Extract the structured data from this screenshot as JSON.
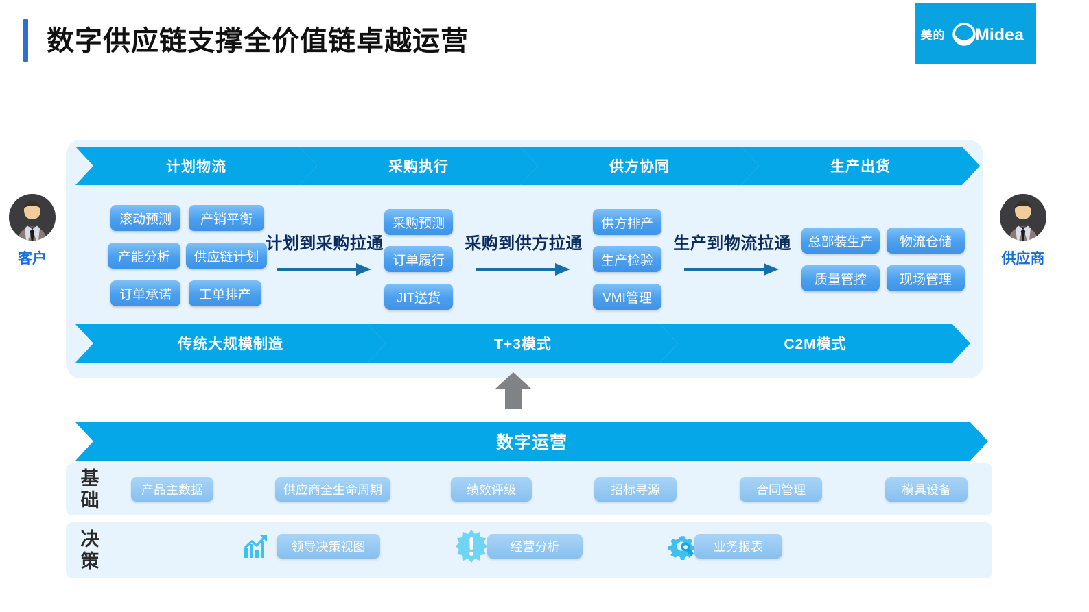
{
  "header": {
    "title": "数字供应链支撑全价值链卓越运营",
    "brand": {
      "cn": "美的",
      "en": "Midea",
      "bg": "#0aa3e2"
    }
  },
  "actors": {
    "left": {
      "label": "客户",
      "icon": "businessman-avatar"
    },
    "right": {
      "label": "供应商",
      "icon": "businessman-avatar"
    }
  },
  "top_ribbon": {
    "segments": [
      {
        "label": "计划物流"
      },
      {
        "label": "采购执行"
      },
      {
        "label": "供方协同"
      },
      {
        "label": "生产出货"
      }
    ]
  },
  "bottom_ribbon": {
    "segments": [
      {
        "label": "传统大规模制造"
      },
      {
        "label": "T+3模式"
      },
      {
        "label": "C2M模式"
      }
    ]
  },
  "capability_groups": [
    {
      "name": "plan-logistics",
      "items": [
        "滚动预测",
        "产销平衡",
        "产能分析",
        "供应链计划",
        "订单承诺",
        "工单排产"
      ]
    },
    {
      "name": "purchase-exec",
      "items": [
        "采购预测",
        "订单履行",
        "JIT送货"
      ]
    },
    {
      "name": "supplier-collab",
      "items": [
        "供方排产",
        "生产检验",
        "VMI管理"
      ]
    },
    {
      "name": "production-ship",
      "items": [
        "总部装生产",
        "物流仓储",
        "质量管控",
        "现场管理"
      ]
    }
  ],
  "pull_through": [
    {
      "label": "计划到采购拉通",
      "icon": "right-arrow-icon"
    },
    {
      "label": "采购到供方拉通",
      "icon": "right-arrow-icon"
    },
    {
      "label": "生产到物流拉通",
      "icon": "right-arrow-icon"
    }
  ],
  "up_arrow": {
    "icon": "up-arrow-icon",
    "color": "#808285"
  },
  "digital_ribbon": {
    "label": "数字运营"
  },
  "base_row": {
    "label": "基础",
    "items": [
      "产品主数据",
      "供应商全生命周期",
      "绩效评级",
      "招标寻源",
      "合同管理",
      "模具设备"
    ]
  },
  "decision_row": {
    "label": "决策",
    "items": [
      {
        "label": "领导决策视图",
        "icon": "growth-chart-icon"
      },
      {
        "label": "经营分析",
        "icon": "alert-burst-icon"
      },
      {
        "label": "业务报表",
        "icon": "gear-wrench-icon"
      }
    ]
  },
  "colors": {
    "ribbon_blue": "#06a7e8",
    "panel_bg": "#e8f4fd",
    "pill_blue": "#4a9fee",
    "pill_light": "#87c0ef",
    "accent_dark_blue": "#0d2c5e",
    "actor_label": "#1a6fd4",
    "title_bar": "#2f6fd0"
  }
}
